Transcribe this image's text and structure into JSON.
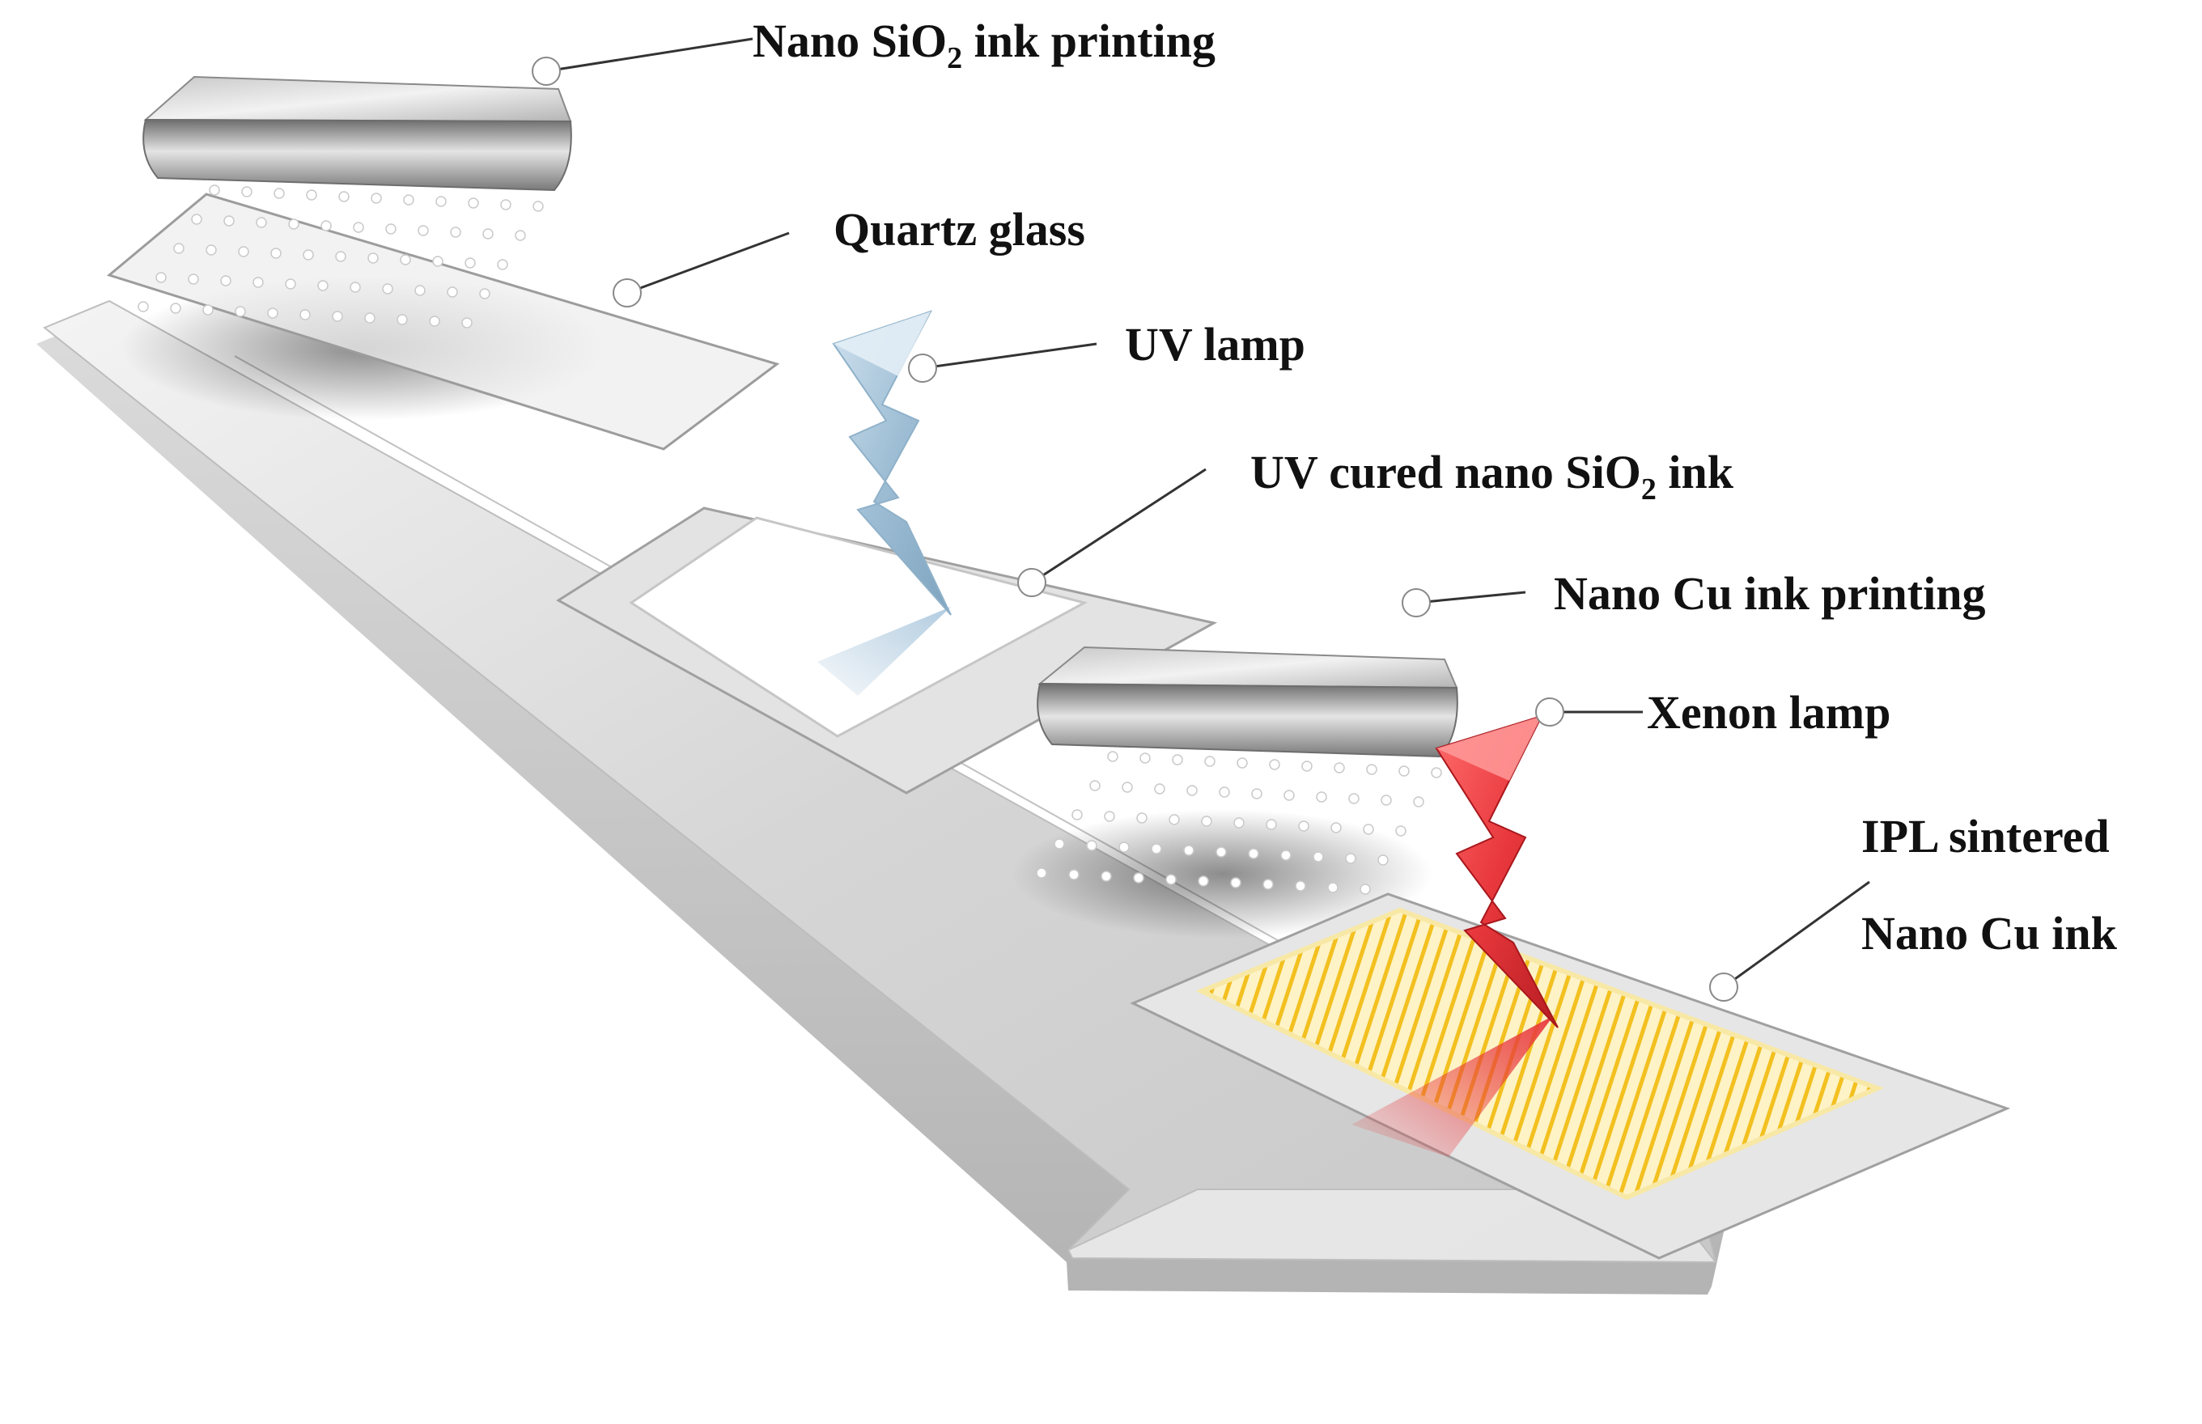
{
  "labels": {
    "nano_sio2_printing": {
      "pre": "Nano SiO",
      "sub": "2",
      "post": " ink printing"
    },
    "quartz_glass": "Quartz glass",
    "uv_lamp": "UV lamp",
    "uv_cured": {
      "pre": "UV cured nano SiO",
      "sub": "2",
      "post": " ink"
    },
    "nano_cu_printing": "Nano Cu ink printing",
    "xenon_lamp": "Xenon lamp",
    "ipl_sintered_line1": "IPL sintered",
    "ipl_sintered_line2": "Nano Cu ink"
  },
  "colors": {
    "uv_bolt": "#a9c6dc",
    "xenon_bolt": "#e8383d",
    "cu_pattern": "#f3c020",
    "cu_background": "#fdf3c6",
    "conveyor": "#d9d9d9"
  }
}
